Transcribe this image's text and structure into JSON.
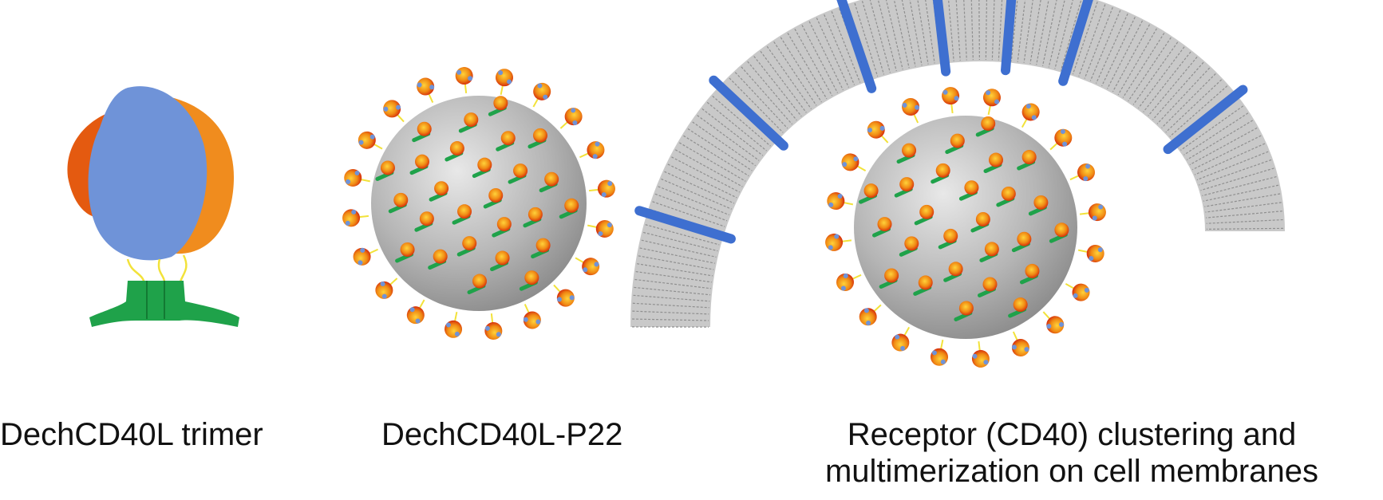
{
  "captions": {
    "trimer": "DechCD40L trimer",
    "particle": "DechCD40L-P22",
    "clustering_line1": "Receptor (CD40) clustering and",
    "clustering_line2": "multimerization on cell membranes"
  },
  "colors": {
    "background": "#ffffff",
    "blue_subunit": "#6f93d8",
    "orange_subunit": "#f08c1e",
    "dark_orange_subunit": "#e45a10",
    "linker": "#f2e23a",
    "anchor_green": "#1fa24a",
    "capsid_gray": "#b8b8b8",
    "receptor_blue": "#3e6fd0",
    "membrane_gray": "#9a9a9a"
  }
}
